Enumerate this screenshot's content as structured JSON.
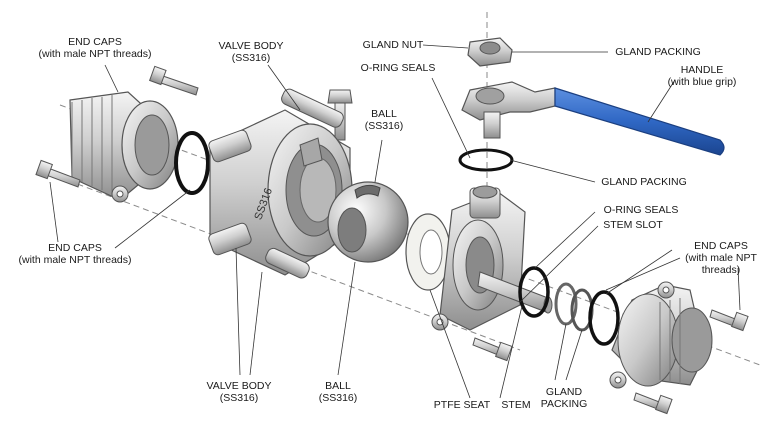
{
  "labels": {
    "end_caps_top_left": {
      "title": "END CAPS",
      "sub": "(with male NPT threads)"
    },
    "valve_body_top": {
      "title": "VALVE BODY",
      "sub": "(SS316)"
    },
    "gland_nut": {
      "title": "GLAND NUT"
    },
    "gland_packing_top": {
      "title": "GLAND PACKING"
    },
    "o_ring_seals_top": {
      "title": "O-RING SEALS"
    },
    "ball_top": {
      "title": "BALL",
      "sub": "(SS316)"
    },
    "handle": {
      "title": "HANDLE",
      "sub": "(with blue grip)"
    },
    "gland_packing_mid": {
      "title": "GLAND PACKING"
    },
    "o_ring_seals_mid": {
      "title": "O-RING SEALS"
    },
    "stem_slot": {
      "title": "STEM SLOT"
    },
    "end_caps_left": {
      "title": "END CAPS",
      "sub": "(with male NPT threads)"
    },
    "end_caps_right": {
      "title": "END CAPS",
      "sub": "(with male NPT",
      "sub2": "threads)"
    },
    "valve_body_bottom": {
      "title": "VALVE BODY",
      "sub": "(SS316)"
    },
    "ball_bottom": {
      "title": "BALL",
      "sub": "(SS316)"
    },
    "ptfe_seat": {
      "title": "PTFE SEAT"
    },
    "stem": {
      "title": "STEM"
    },
    "gland_packing_bottom": {
      "title": "GLAND",
      "sub": "PACKING"
    }
  },
  "body_marking": "SS316",
  "colors": {
    "handle_grip": "#2f67c4",
    "metal_light": "#e4e4e4",
    "metal_mid": "#c2c2c2",
    "metal_dark": "#8c8c8c",
    "seal": "#111111",
    "ptfe": "#f2f2ee"
  }
}
